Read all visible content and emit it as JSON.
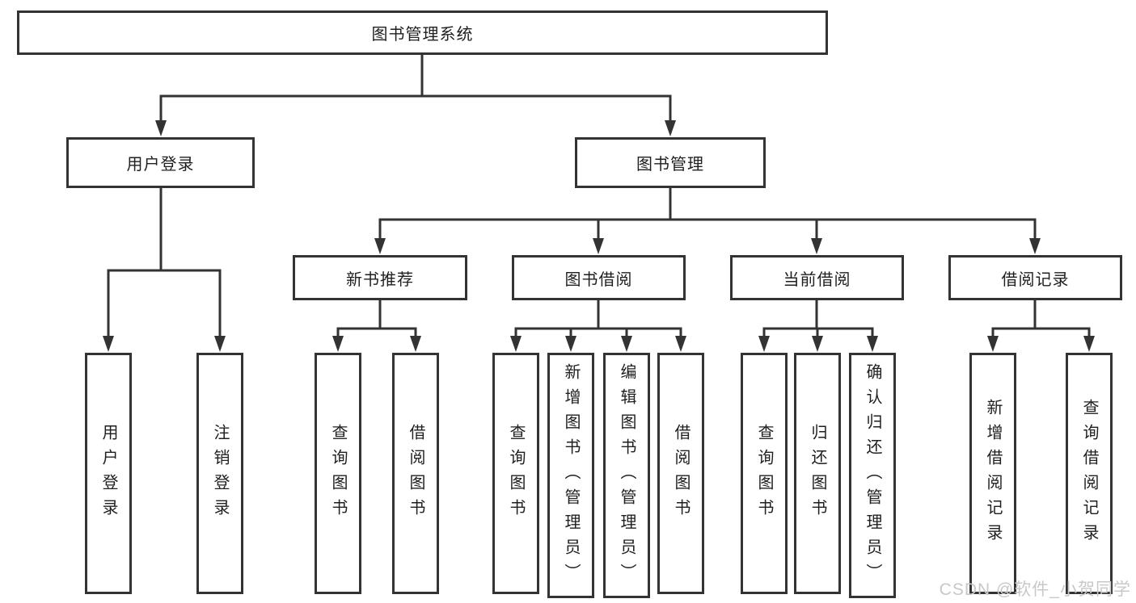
{
  "tree": {
    "label": "图书管理系统",
    "children": [
      {
        "label": "用户登录",
        "children": [
          {
            "label": "用户登录"
          },
          {
            "label": "注销登录"
          }
        ]
      },
      {
        "label": "图书管理",
        "children": [
          {
            "label": "新书推荐",
            "children": [
              {
                "label": "查询图书"
              },
              {
                "label": "借阅图书"
              }
            ]
          },
          {
            "label": "图书借阅",
            "children": [
              {
                "label": "查询图书"
              },
              {
                "label": "新增图书（管理员）"
              },
              {
                "label": "编辑图书（管理员）"
              },
              {
                "label": "借阅图书"
              }
            ]
          },
          {
            "label": "当前借阅",
            "children": [
              {
                "label": "查询图书"
              },
              {
                "label": "归还图书"
              },
              {
                "label": "确认归还（管理员）"
              }
            ]
          },
          {
            "label": "借阅记录",
            "children": [
              {
                "label": "新增借阅记录"
              },
              {
                "label": "查询借阅记录"
              }
            ]
          }
        ]
      }
    ]
  },
  "watermark": {
    "text": "CSDN @软件_小贺同学"
  },
  "colors": {
    "line": "#333333",
    "box_border": "#333333",
    "text": "#1f1f1f",
    "background": "#ffffff",
    "watermark": "#c8c8c8"
  }
}
